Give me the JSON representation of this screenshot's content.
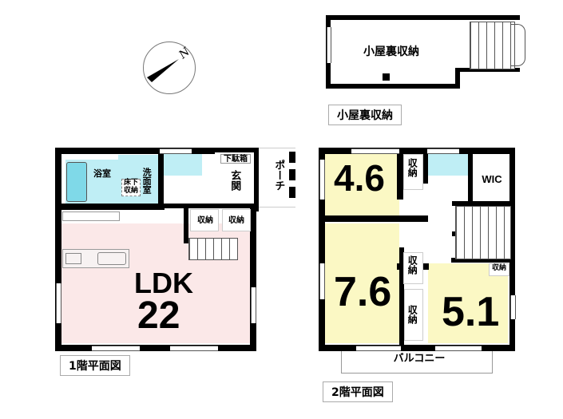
{
  "compass": {
    "label": "N"
  },
  "attic": {
    "room_label": "小屋裏収納",
    "caption": "小屋裏収納"
  },
  "floor1": {
    "caption": "1階平面図",
    "rooms": {
      "bath": "浴室",
      "underfloor_storage": "床下収納",
      "washroom": "洗面室",
      "shoe_box": "下駄箱",
      "entrance": "玄関",
      "porch": "ポーチ",
      "storage_a": "収納",
      "storage_b": "収納",
      "ldk_label": "LDK",
      "ldk_size": "22"
    }
  },
  "floor2": {
    "caption": "2階平面図",
    "rooms": {
      "room1_size": "4.6",
      "room1_storage": "収納",
      "wic": "WIC",
      "room2_size": "7.6",
      "room2_storage": "収納",
      "room3_storage_left": "収納",
      "room3_size": "5.1",
      "room3_storage": "収納",
      "balcony": "バルコニー"
    }
  },
  "colors": {
    "ldk": "#fbe8e8",
    "wet": "#bfeef5",
    "bedroom": "#fbf8c4",
    "wall": "#000000"
  }
}
